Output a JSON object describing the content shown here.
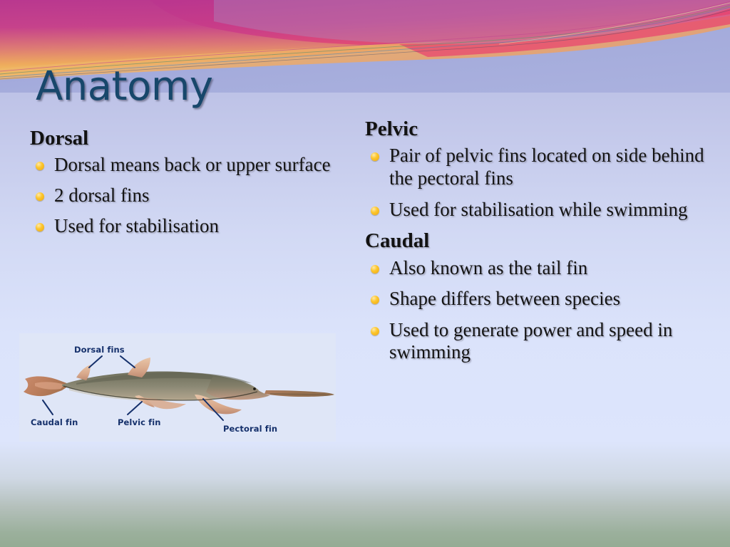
{
  "slide": {
    "title": "Anatomy",
    "theme_colors": {
      "title": "#17476b",
      "bullet": "#fcc62c",
      "body_text": "#141414",
      "banner_magenta": "#c0398a",
      "banner_pink": "#e8466f",
      "banner_orange": "#eaa35f",
      "banner_yellow": "#f0cf6a",
      "banner_blue": "#a7adde",
      "background_top": "#b0b4de",
      "background_mid": "#dde5fc",
      "background_bottom": "#94ab94",
      "figure_background": "#dfe6f7",
      "figure_label": "#15306b"
    }
  },
  "columns": {
    "left": [
      {
        "heading": "Dorsal",
        "bullets": [
          "Dorsal means back or upper surface",
          "2 dorsal fins",
          "Used for stabilisation"
        ]
      }
    ],
    "right": [
      {
        "heading": "Pelvic",
        "bullets": [
          "Pair of pelvic fins located on side behind the pectoral fins",
          "Used for stabilisation while swimming"
        ]
      },
      {
        "heading": "Caudal",
        "bullets": [
          "Also known as the tail fin",
          "Shape differs between species",
          "Used to generate power and speed in swimming"
        ]
      }
    ]
  },
  "figure": {
    "alt": "paddlefish-anatomy-diagram",
    "labels": {
      "dorsal": "Dorsal fins",
      "caudal": "Caudal fin",
      "pelvic": "Pelvic fin",
      "pectoral": "Pectoral fin"
    }
  }
}
